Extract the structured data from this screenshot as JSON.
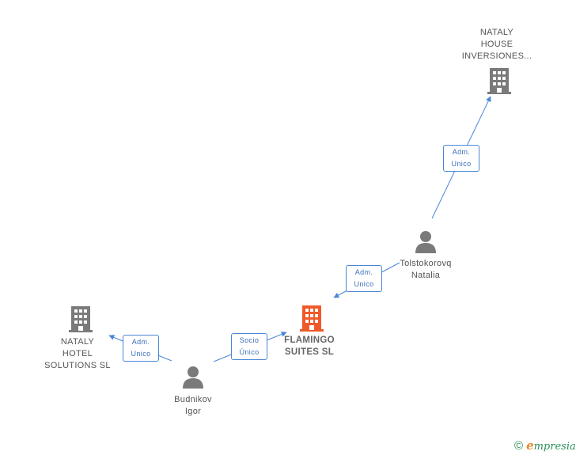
{
  "colors": {
    "building_normal": "#7a7a7a",
    "building_main": "#ef5a2a",
    "person": "#7a7a7a",
    "edge": "#4a86d8"
  },
  "nodes": [
    {
      "id": "nataly_house",
      "type": "company",
      "label": "NATALY\nHOUSE\nINVERSIONES...",
      "icon": "building-icon"
    },
    {
      "id": "tolstokorovq",
      "type": "person",
      "label": "Tolstokorovq\nNatalia",
      "icon": "person-icon"
    },
    {
      "id": "flamingo",
      "type": "company",
      "main": true,
      "label": "FLAMINGO\nSUITES SL",
      "icon": "building-icon"
    },
    {
      "id": "nataly_hotel",
      "type": "company",
      "label": "NATALY\nHOTEL\nSOLUTIONS SL",
      "icon": "building-icon"
    },
    {
      "id": "budnikov",
      "type": "person",
      "label": "Budnikov\nIgor",
      "icon": "person-icon"
    }
  ],
  "edges": [
    {
      "from": "tolstokorovq",
      "to": "nataly_house",
      "label": "Adm.\nUnico"
    },
    {
      "from": "tolstokorovq",
      "to": "flamingo",
      "label": "Adm.\nUnico"
    },
    {
      "from": "budnikov",
      "to": "flamingo",
      "label": "Socio\nÚnico"
    },
    {
      "from": "budnikov",
      "to": "nataly_hotel",
      "label": "Adm.\nUnico"
    }
  ],
  "watermark": {
    "symbol": "©",
    "brand_first": "e",
    "brand_rest": "mpresia"
  }
}
